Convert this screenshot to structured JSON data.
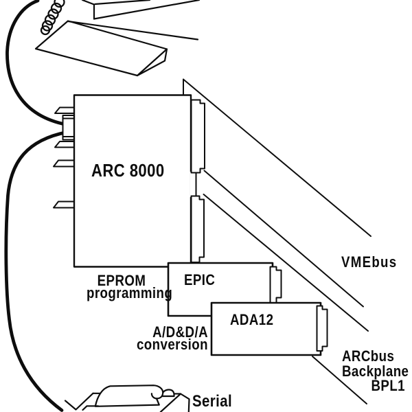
{
  "figure": {
    "title_hint": "Exploded system diagram: terminal, keyboard and printer connected to ARC 8000 board with EPIC and ADA12 boards on bus backplanes",
    "colors": {
      "ink": "#0d0d0d",
      "paper": "#ffffff"
    },
    "labels": {
      "board_main": "ARC 8000",
      "board_epic": "EPIC",
      "board_ada": "ADA12",
      "bus_vme": "VMEbus",
      "epic_caption_line1": "EPROM",
      "epic_caption_line2": "programming",
      "ada_caption_line1": "A/D&D/A",
      "ada_caption_line2": "conversion",
      "arcbus_line1": "ARCbus",
      "arcbus_line2": "Backplane",
      "arcbus_line3": "BPL1",
      "serial": "Serial"
    }
  }
}
